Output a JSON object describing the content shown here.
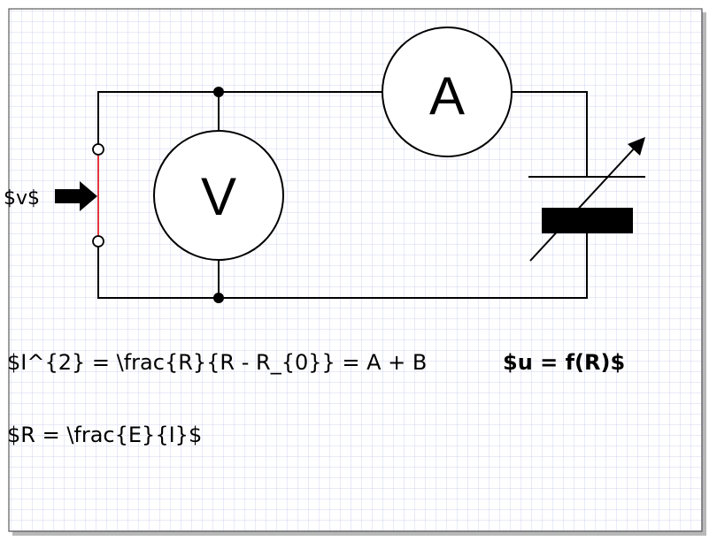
{
  "meter_voltage": "V",
  "meter_current": "A",
  "input_label": "$v$",
  "equation_1": "$I^{2} = \\frac{R}{R - R_{0}} = A + B",
  "equation_1_overlay": "$u = f(R)$",
  "equation_2": "$R = \\frac{E}{I}$",
  "colors": {
    "wire": "#000000",
    "grid": "#c6c9ee",
    "gap_line": "#e0202a",
    "border": "#5a5a5a"
  }
}
